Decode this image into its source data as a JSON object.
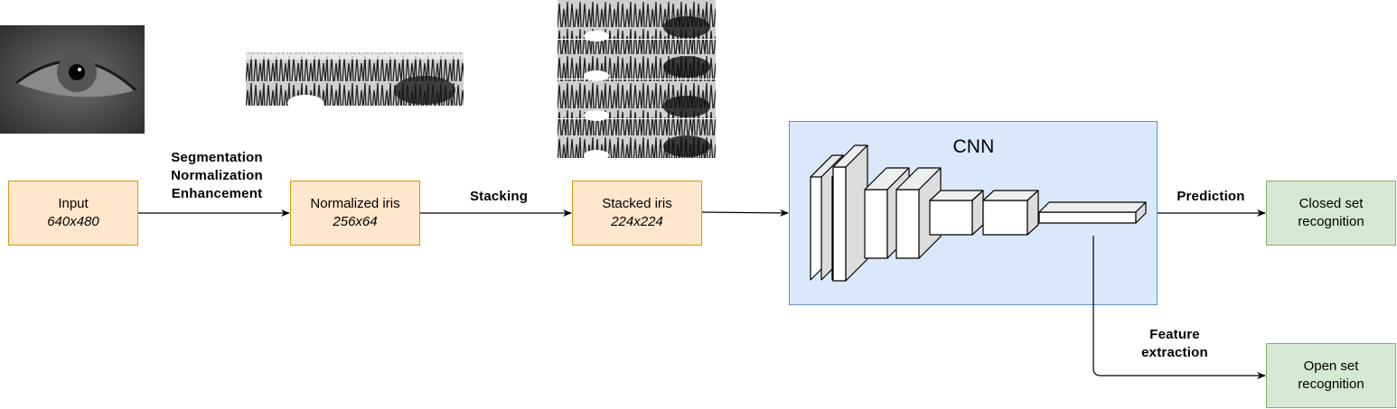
{
  "nodes": {
    "input": {
      "label": "Input",
      "size": "640x480"
    },
    "normalized": {
      "label": "Normalized iris",
      "size": "256x64"
    },
    "stacked": {
      "label": "Stacked iris",
      "size": "224x224"
    },
    "cnn": {
      "label": "CNN"
    },
    "closed": {
      "line1": "Closed set",
      "line2": "recognition"
    },
    "open": {
      "line1": "Open set",
      "line2": "recognition"
    }
  },
  "edges": {
    "preprocess": [
      "Segmentation",
      "Normalization",
      "Enhancement"
    ],
    "stacking": "Stacking",
    "prediction": "Prediction",
    "feature": [
      "Feature",
      "extraction"
    ]
  },
  "colors": {
    "orange_fill": "#ffe6cc",
    "orange_stroke": "#d79b00",
    "green_fill": "#d5e8d4",
    "green_stroke": "#82b366",
    "blue_fill": "#dae8fc",
    "blue_stroke": "#6c8ebf"
  },
  "images": [
    "eye-photo",
    "normalized-iris-strip",
    "stacked-iris-strips"
  ]
}
